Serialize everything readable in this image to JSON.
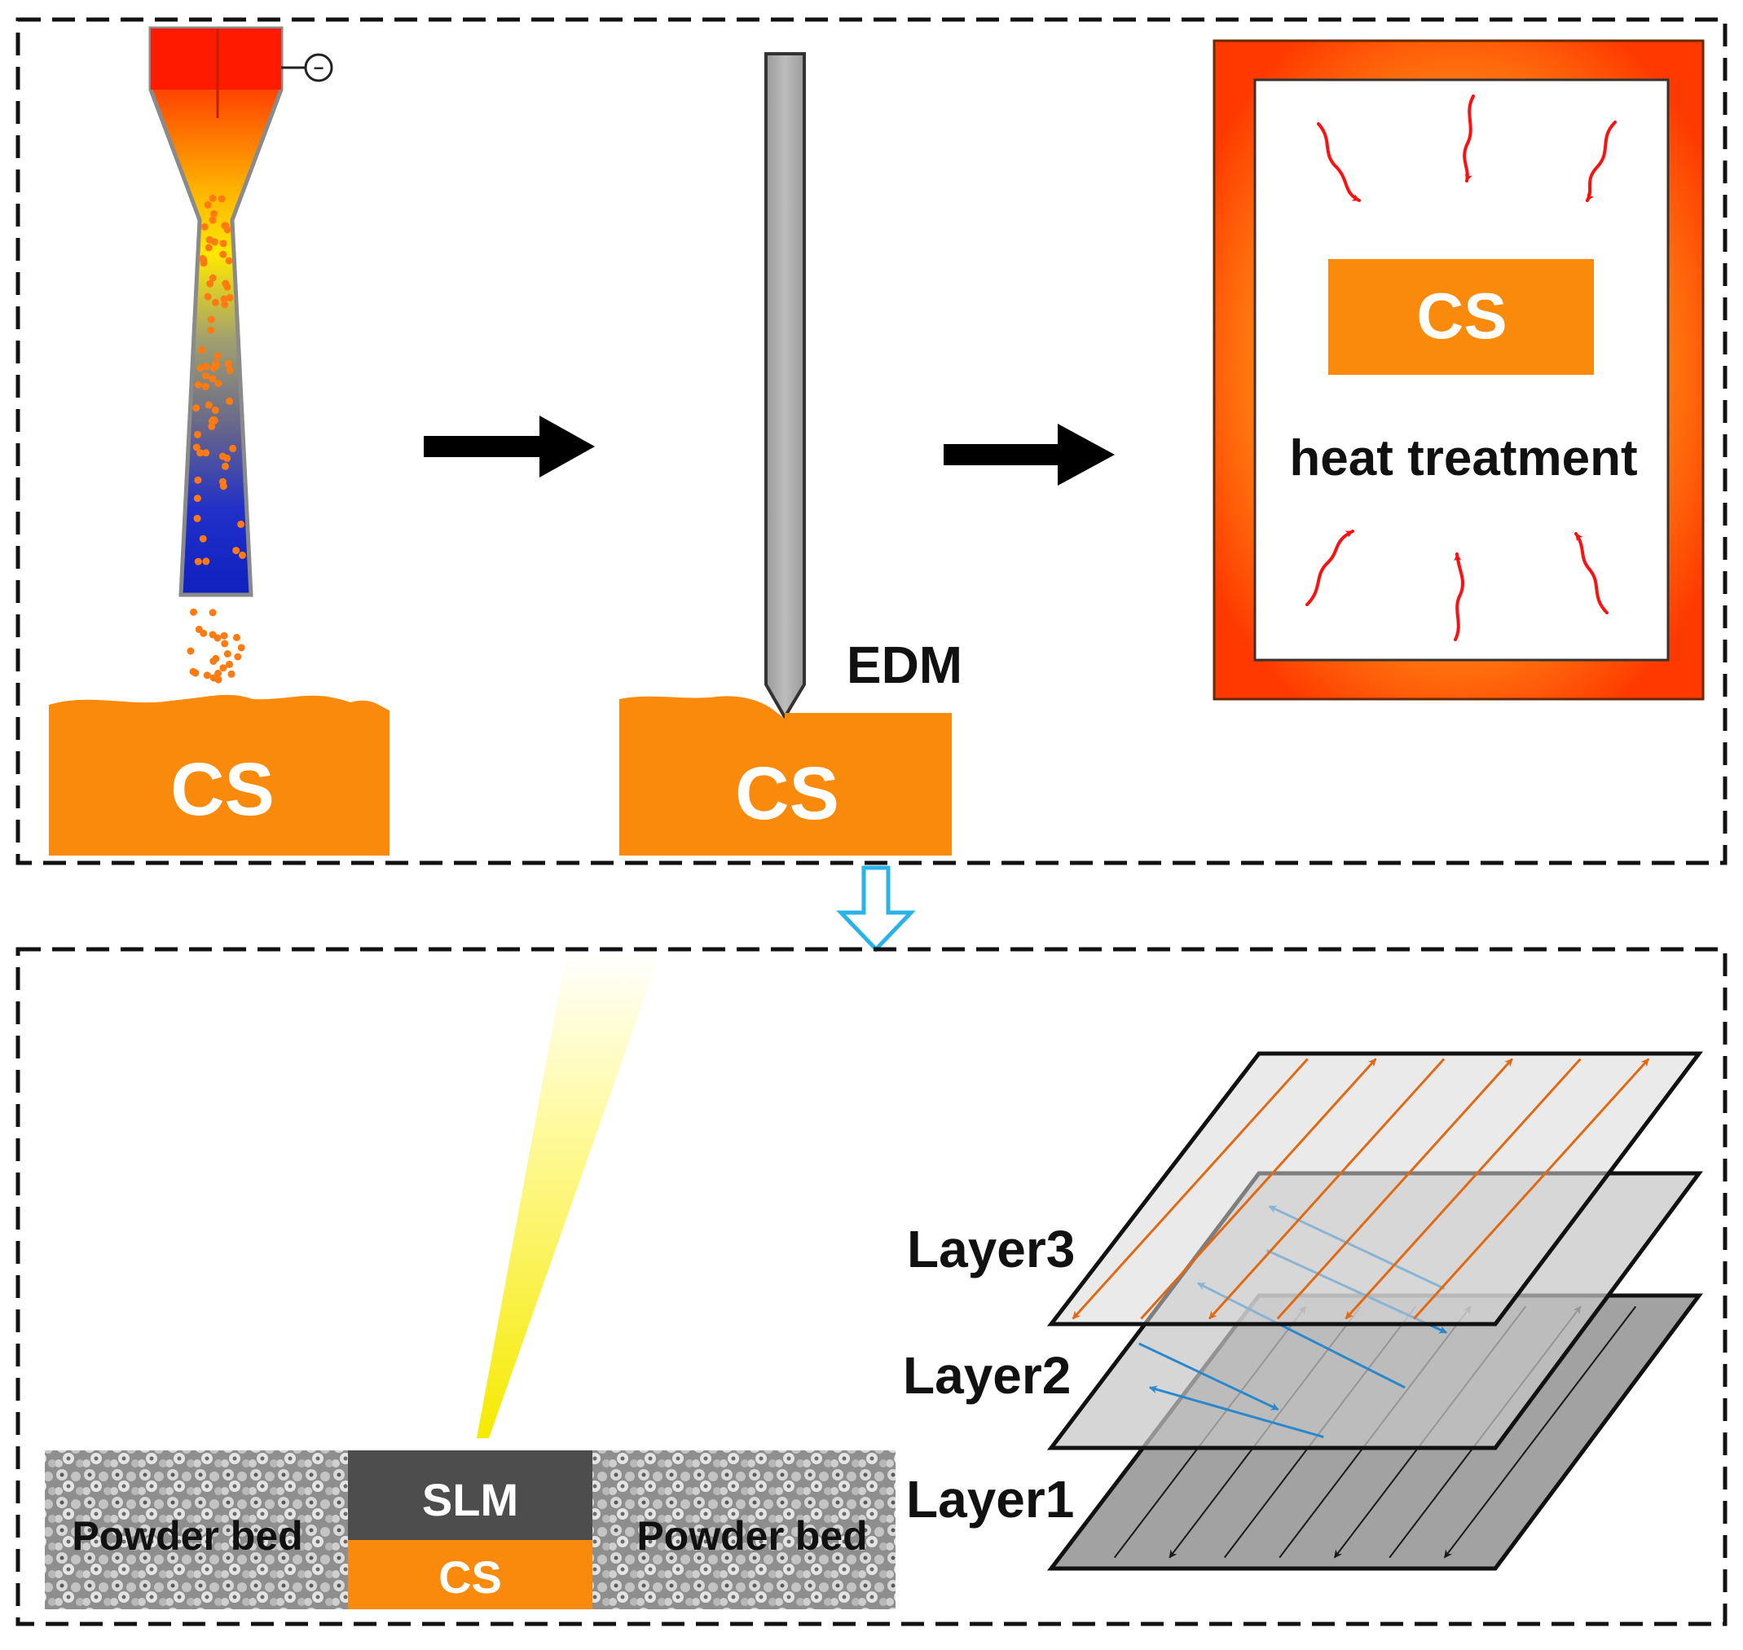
{
  "process_top": {
    "step1_label": "CS",
    "electrode_symbol": "−",
    "step2_label": "CS",
    "step2_tool": "EDM",
    "step3_label": "CS",
    "step3_caption": "heat treatment"
  },
  "process_bottom": {
    "powder_left": "Powder bed",
    "powder_right": "Powder bed",
    "slm_label": "SLM",
    "substrate_label": "CS",
    "layers": [
      "Layer3",
      "Layer2",
      "Layer1"
    ]
  },
  "colors": {
    "substrate": "#f98a0c",
    "flame_top": "#ff1a00",
    "nozzle_blue": "#1020c0",
    "laser": "#fff060",
    "slm_layer": "#4d4d4d",
    "scan_orange": "#e06a14",
    "scan_blue": "#2a88cc",
    "scan_black": "#1a1a1a",
    "flow_arrow": "#29b3e8"
  },
  "icons": [
    "right-arrow-icon",
    "down-arrow-icon",
    "heat-arrow-icon"
  ]
}
